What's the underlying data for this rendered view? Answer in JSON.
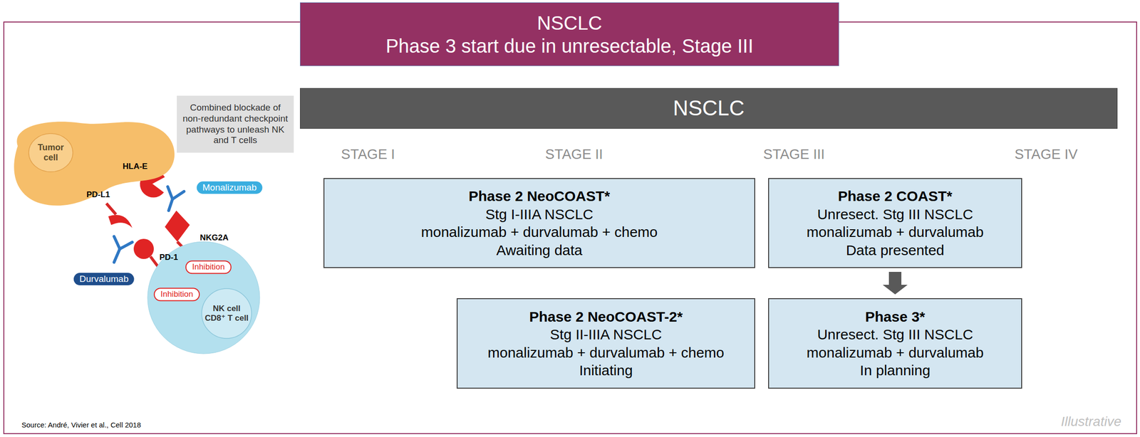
{
  "diagram": {
    "nodes": [
      {
        "text": [
          "NSCLC",
          "Phase 3 start due in unresectable, Stage III"
        ]
      },
      {
        "text": [
          "Combined blockade of non-redundant checkpoint pathways to unleash NK and T cells"
        ]
      },
      {
        "text": [
          "Tumor cell"
        ]
      },
      {
        "text": [
          "Monalizumab"
        ]
      },
      {
        "text": [
          "Durvalumab"
        ]
      },
      {
        "text": [
          "NK cell CD8⁺ T cell"
        ]
      },
      {
        "text": [
          "Inhibition"
        ],
        "in": 5
      },
      {
        "text": [
          "Inhibition"
        ],
        "in": 5
      },
      {
        "text": [
          "NSCLC"
        ]
      },
      {
        "text": [
          "Phase 2 NeoCOAST*",
          "Stg I-IIIA NSCLC",
          "monalizumab + durvalumab + chemo",
          "Awaiting data"
        ]
      },
      {
        "text": [
          "Phase 2 COAST*",
          "Unresect. Stg III NSCLC",
          "monalizumab + durvalumab",
          "Data presented"
        ]
      },
      {
        "text": [
          "Phase 2 NeoCOAST-2*",
          "Stg II-IIIA NSCLC",
          "monalizumab + durvalumab + chemo",
          "Initiating"
        ]
      },
      {
        "text": [
          "Phase 3*",
          "Unresect. Stg III NSCLC",
          "monalizumab + durvalumab",
          "In planning"
        ]
      }
    ],
    "edges": [
      {
        "from": 10,
        "to": 12,
        "arrow": "to"
      }
    ],
    "labels": [
      "STAGE I",
      "STAGE II",
      "STAGE III",
      "STAGE IV",
      "HLA-E",
      "PD-L1",
      "NKG2A",
      "PD-1",
      "Source: André, Vivier et al., Cell 2018",
      "Illustrative"
    ]
  }
}
